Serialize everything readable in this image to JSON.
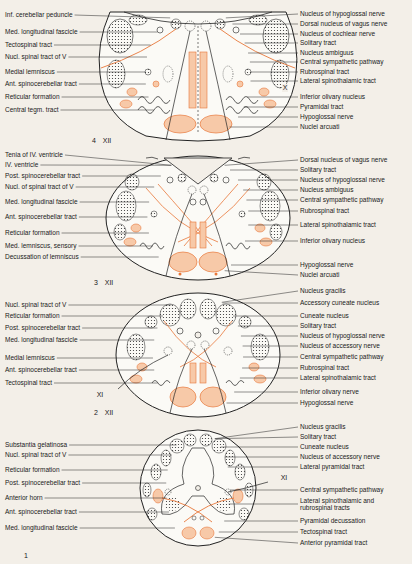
{
  "diagram": {
    "labels": [
      "Inf. cerebellar peduncle",
      "Med. longitudinal fascicle",
      "Tectospinal tract",
      "Nucl. spinal tract of V",
      "Medial lemniscus",
      "Ant. spinocerebellar tract",
      "Reticular formation",
      "Central tegm. tract",
      "Nucleus of hypoglossal nerve",
      "Dorsal nucleus of vagus nerve",
      "Nucleus of cochlear nerve",
      "Solitary tract",
      "Nucleus ambiguus",
      "Central sympathetic pathway",
      "Rubrospinal tract",
      "Lateral spinothalamic tract",
      "Inferior olivary nucleus",
      "Pyramidal tract",
      "Hypoglossal nerve",
      "Nuclei arcuati",
      "X",
      "4",
      "XII",
      "Tenia of IV. ventricle",
      "IV. ventricle",
      "Post. spinocerebellar tract",
      "Nucl. of spinal tract of V",
      "Med. longitudinal fascicle",
      "Ant. spinocerebellar tract",
      "Reticular formation",
      "Med. lemniscus, sensory",
      "Decussation of lemniscus",
      "Dorsal nucleus of vagus nerve",
      "Solitary tract",
      "Nucleus of hypoglossal nerve",
      "Nucleus ambiguus",
      "Central sympathetic pathway",
      "Rubrospinal tract",
      "Lateral spinothalamic tract",
      "Inferior olivary nucleus",
      "Hypoglossal nerve",
      "Nuclei arcuati",
      "3",
      "XII",
      "Nucl. spinal tract of V",
      "Reticular formation",
      "Post. spinocerebellar tract",
      "Med. longitudinal fascicle",
      "Medial lemniscus",
      "Ant. spinocerebellar tract",
      "Tectospinal tract",
      "Nucleus gracilis",
      "Accessory cuneate nucleus",
      "Cuneate nucleus",
      "Solitary tract",
      "Nucleus of hypoglossal nerve",
      "Nucleus of accessory nerve",
      "Central sympathetic pathway",
      "Rubrospinal tract",
      "Lateral spinothalamic tract",
      "Inferior olivary nerve",
      "Hypoglossal nerve",
      "XI",
      "2",
      "XII",
      "Substantia gelatinosa",
      "Nucl. spinal tract of V",
      "Reticular formation",
      "Post. spinocerebellar tract",
      "Anterior horn",
      "Ant. spinocerebellar tract",
      "Med. longitudinal fascicle",
      "Nucleus gracilis",
      "Solitary tract",
      "Cuneate nucleus",
      "Nucleus of accessory nerve",
      "Lateral pyramidal tract",
      "XI",
      "Central sympathetic pathway",
      "Lateral spinothalamic and rubrospinal tracts",
      "Pyramidal decussation",
      "Tectospinal tract",
      "Anterior pyramidal tract",
      "1"
    ]
  }
}
